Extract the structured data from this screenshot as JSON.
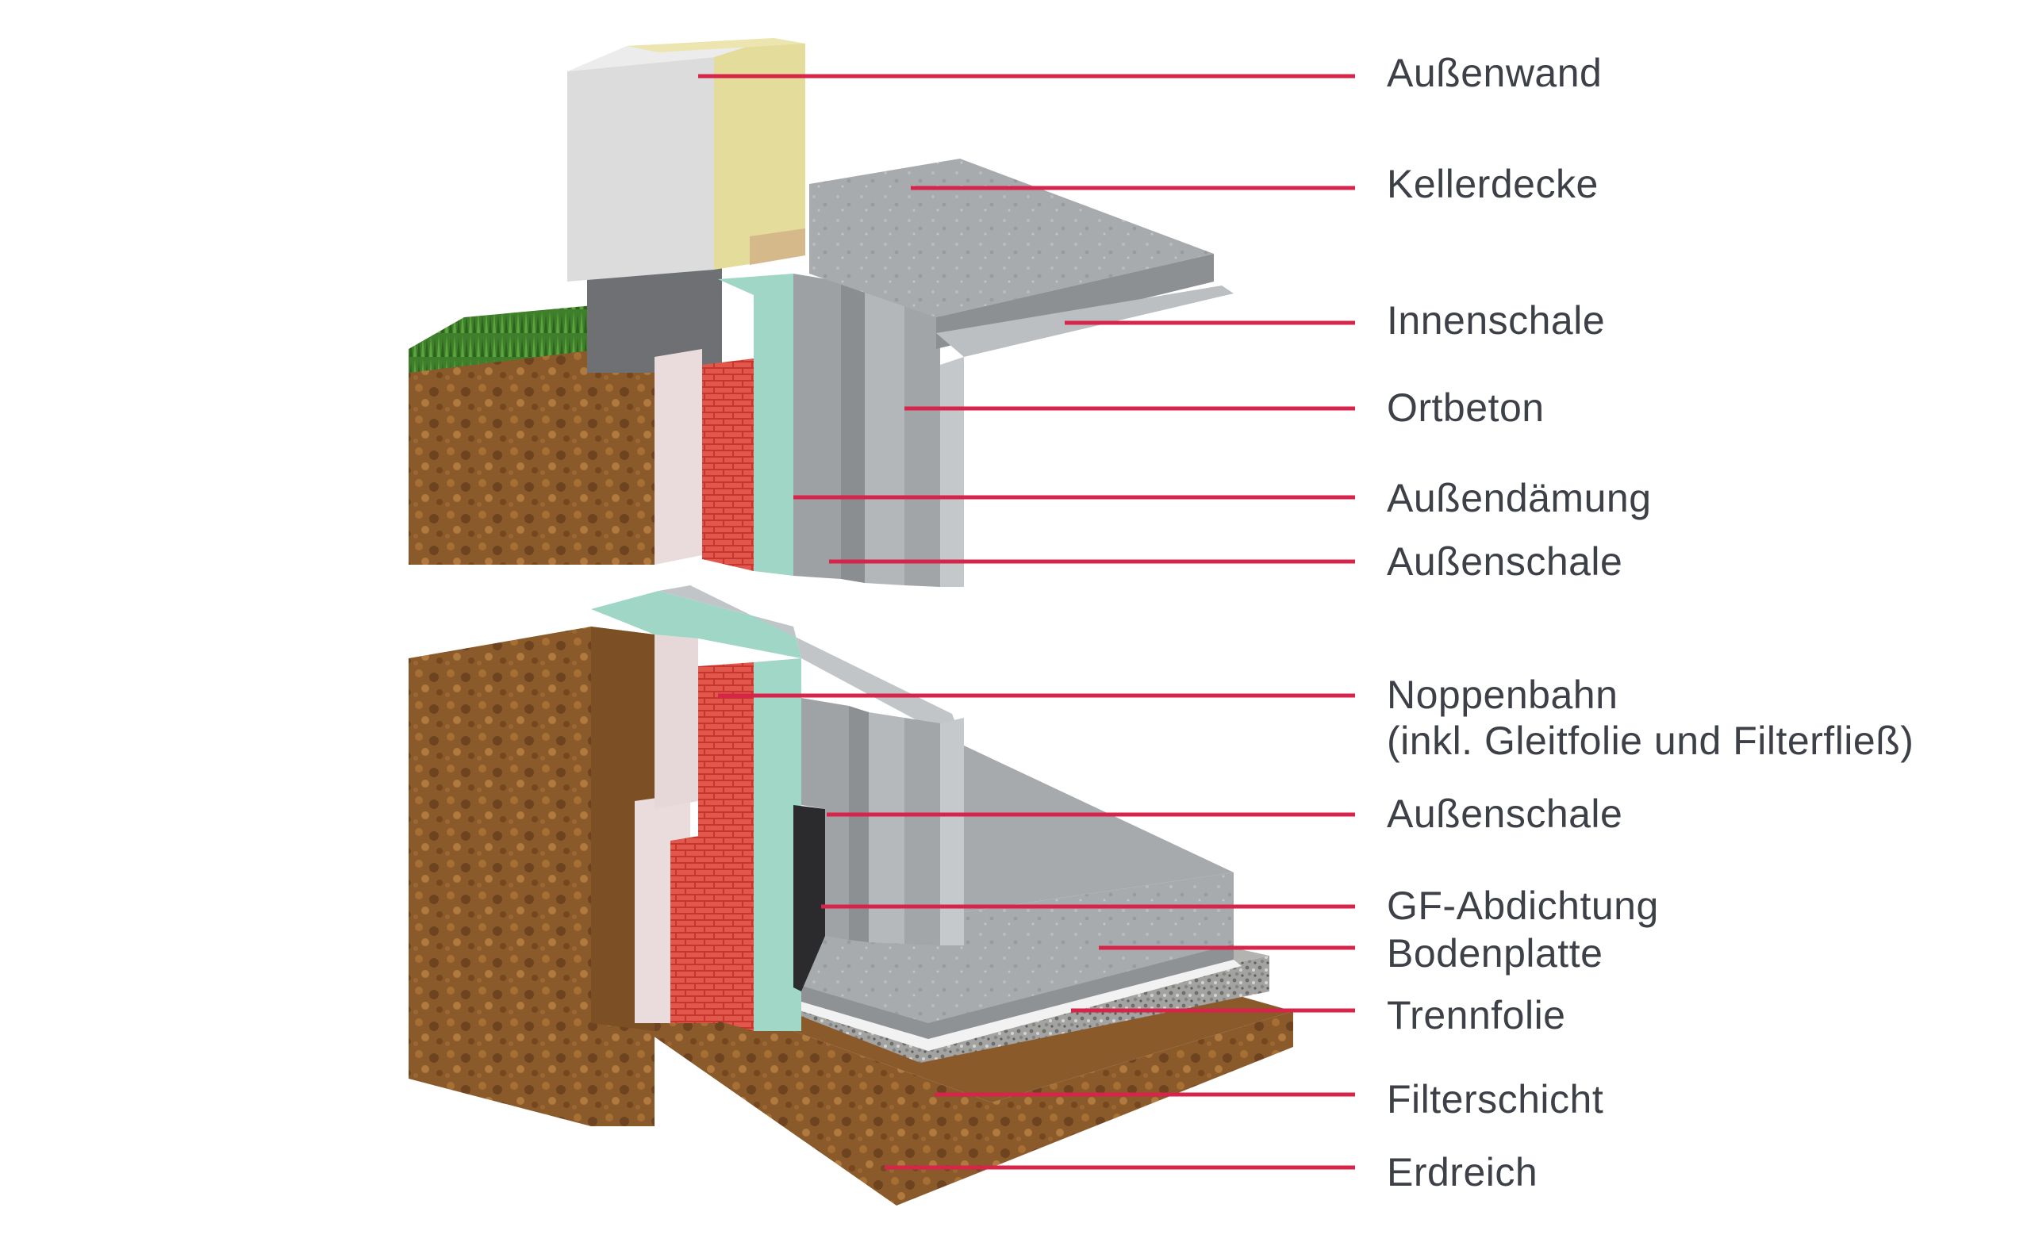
{
  "colors": {
    "leader": "#d6244a",
    "text": "#3d4047",
    "soil": "#8a5a2a",
    "grass": "#3e7c2a",
    "concrete": "#a9acae",
    "insulation": "#9fd6c6",
    "brick": "#cc3b34",
    "gravel": "#9a9a98",
    "aerated_block": "#dfe0e0",
    "wall_insulation": "#e6df9a"
  },
  "labels": [
    "Außenwand",
    "Kellerdecke",
    "Innenschale",
    "Ortbeton",
    "Außendämung",
    "Außenschale",
    "Noppenbahn",
    "(inkl. Gleitfolie und Filterfließ)",
    "Außenschale",
    "GF-Abdichtung",
    "Bodenplatte",
    "Trennfolie",
    "Filterschicht",
    "Erdreich"
  ]
}
